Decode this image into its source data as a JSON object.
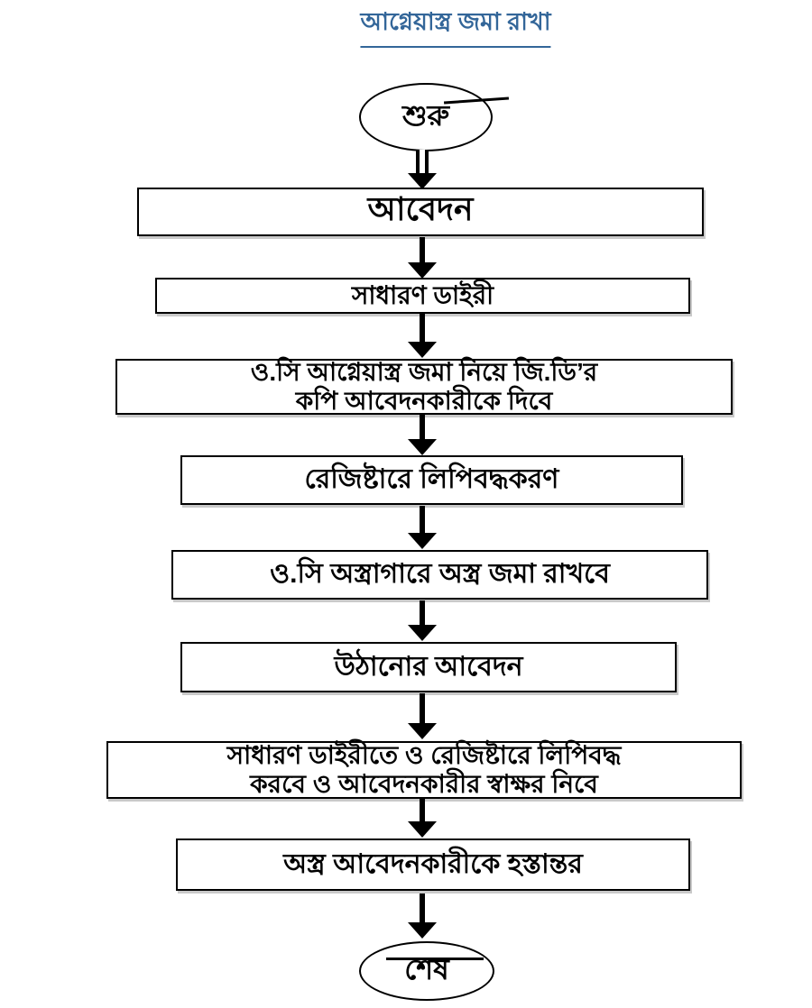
{
  "title": "আগ্নেয়াস্ত্র জমা রাখা",
  "colors": {
    "title_blue": "#336699",
    "node_border": "#000000",
    "background": "#ffffff"
  },
  "flowchart": {
    "start": {
      "label": "শুরু"
    },
    "end": {
      "label": "শেষ"
    },
    "steps": [
      {
        "lines": [
          "আবেদন"
        ]
      },
      {
        "lines": [
          "সাধারণ ডাইরী"
        ]
      },
      {
        "lines": [
          "ও.সি আগ্নেয়াস্ত্র জমা নিয়ে জি.ডি’র",
          "কপি আবেদনকারীকে দিবে"
        ]
      },
      {
        "lines": [
          "রেজিষ্টারে লিপিবদ্ধকরণ"
        ]
      },
      {
        "lines": [
          "ও.সি অস্ত্রাগারে অস্ত্র জমা রাখবে"
        ]
      },
      {
        "lines": [
          "উঠানোর আবেদন"
        ]
      },
      {
        "lines": [
          "সাধারণ ডাইরীতে ও রেজিষ্টারে লিপিবদ্ধ",
          "করবে ও আবেদনকারীর স্বাক্ষর নিবে"
        ]
      },
      {
        "lines": [
          "অস্ত্র আবেদনকারীকে হস্তান্তর"
        ]
      }
    ]
  }
}
